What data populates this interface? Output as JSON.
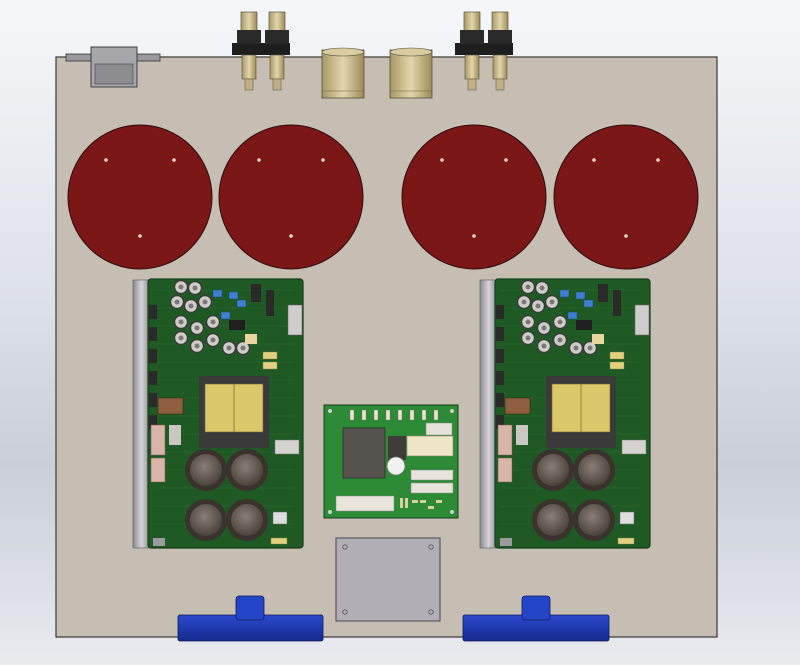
{
  "view": {
    "background_top": "#f6f7fa",
    "background_bottom": "#c9ced8"
  },
  "colors": {
    "chassis": "#c6bdb3",
    "chassis_edge": "#3a3634",
    "toroid": "#7b1716",
    "pcb_green": "#1f5a24",
    "pcb_dark": "#143f18",
    "heatsink": "#b9b7bd",
    "transformer_core": "#d9c86a",
    "capacitor": "#5a5048",
    "capacitor_ring": "#3a322c",
    "connector_brass": "#c8b98a",
    "foot_blue": "#1f3fb4",
    "switch_gray": "#8f8e95",
    "cover_plate": "#b1afb5",
    "rca_black": "#1e1e1e",
    "aux_pcb_green": "#2d8a35",
    "fuse_cream": "#efe6c8"
  },
  "objects": {
    "chassis_plate": "chassis-plate",
    "toroids": [
      "toroid-1",
      "toroid-2",
      "toroid-3",
      "toroid-4"
    ],
    "amp_modules": [
      "amp-module-left",
      "amp-module-right"
    ],
    "aux_board": "aux-control-board",
    "cover_plate": "access-cover-plate",
    "feet": [
      "foot-left",
      "foot-right"
    ],
    "rear_connectors": [
      "rca-jack-pair-left",
      "rca-jack-pair-right",
      "speakon-left",
      "speakon-right"
    ],
    "iec_inlet": "iec-power-inlet"
  }
}
